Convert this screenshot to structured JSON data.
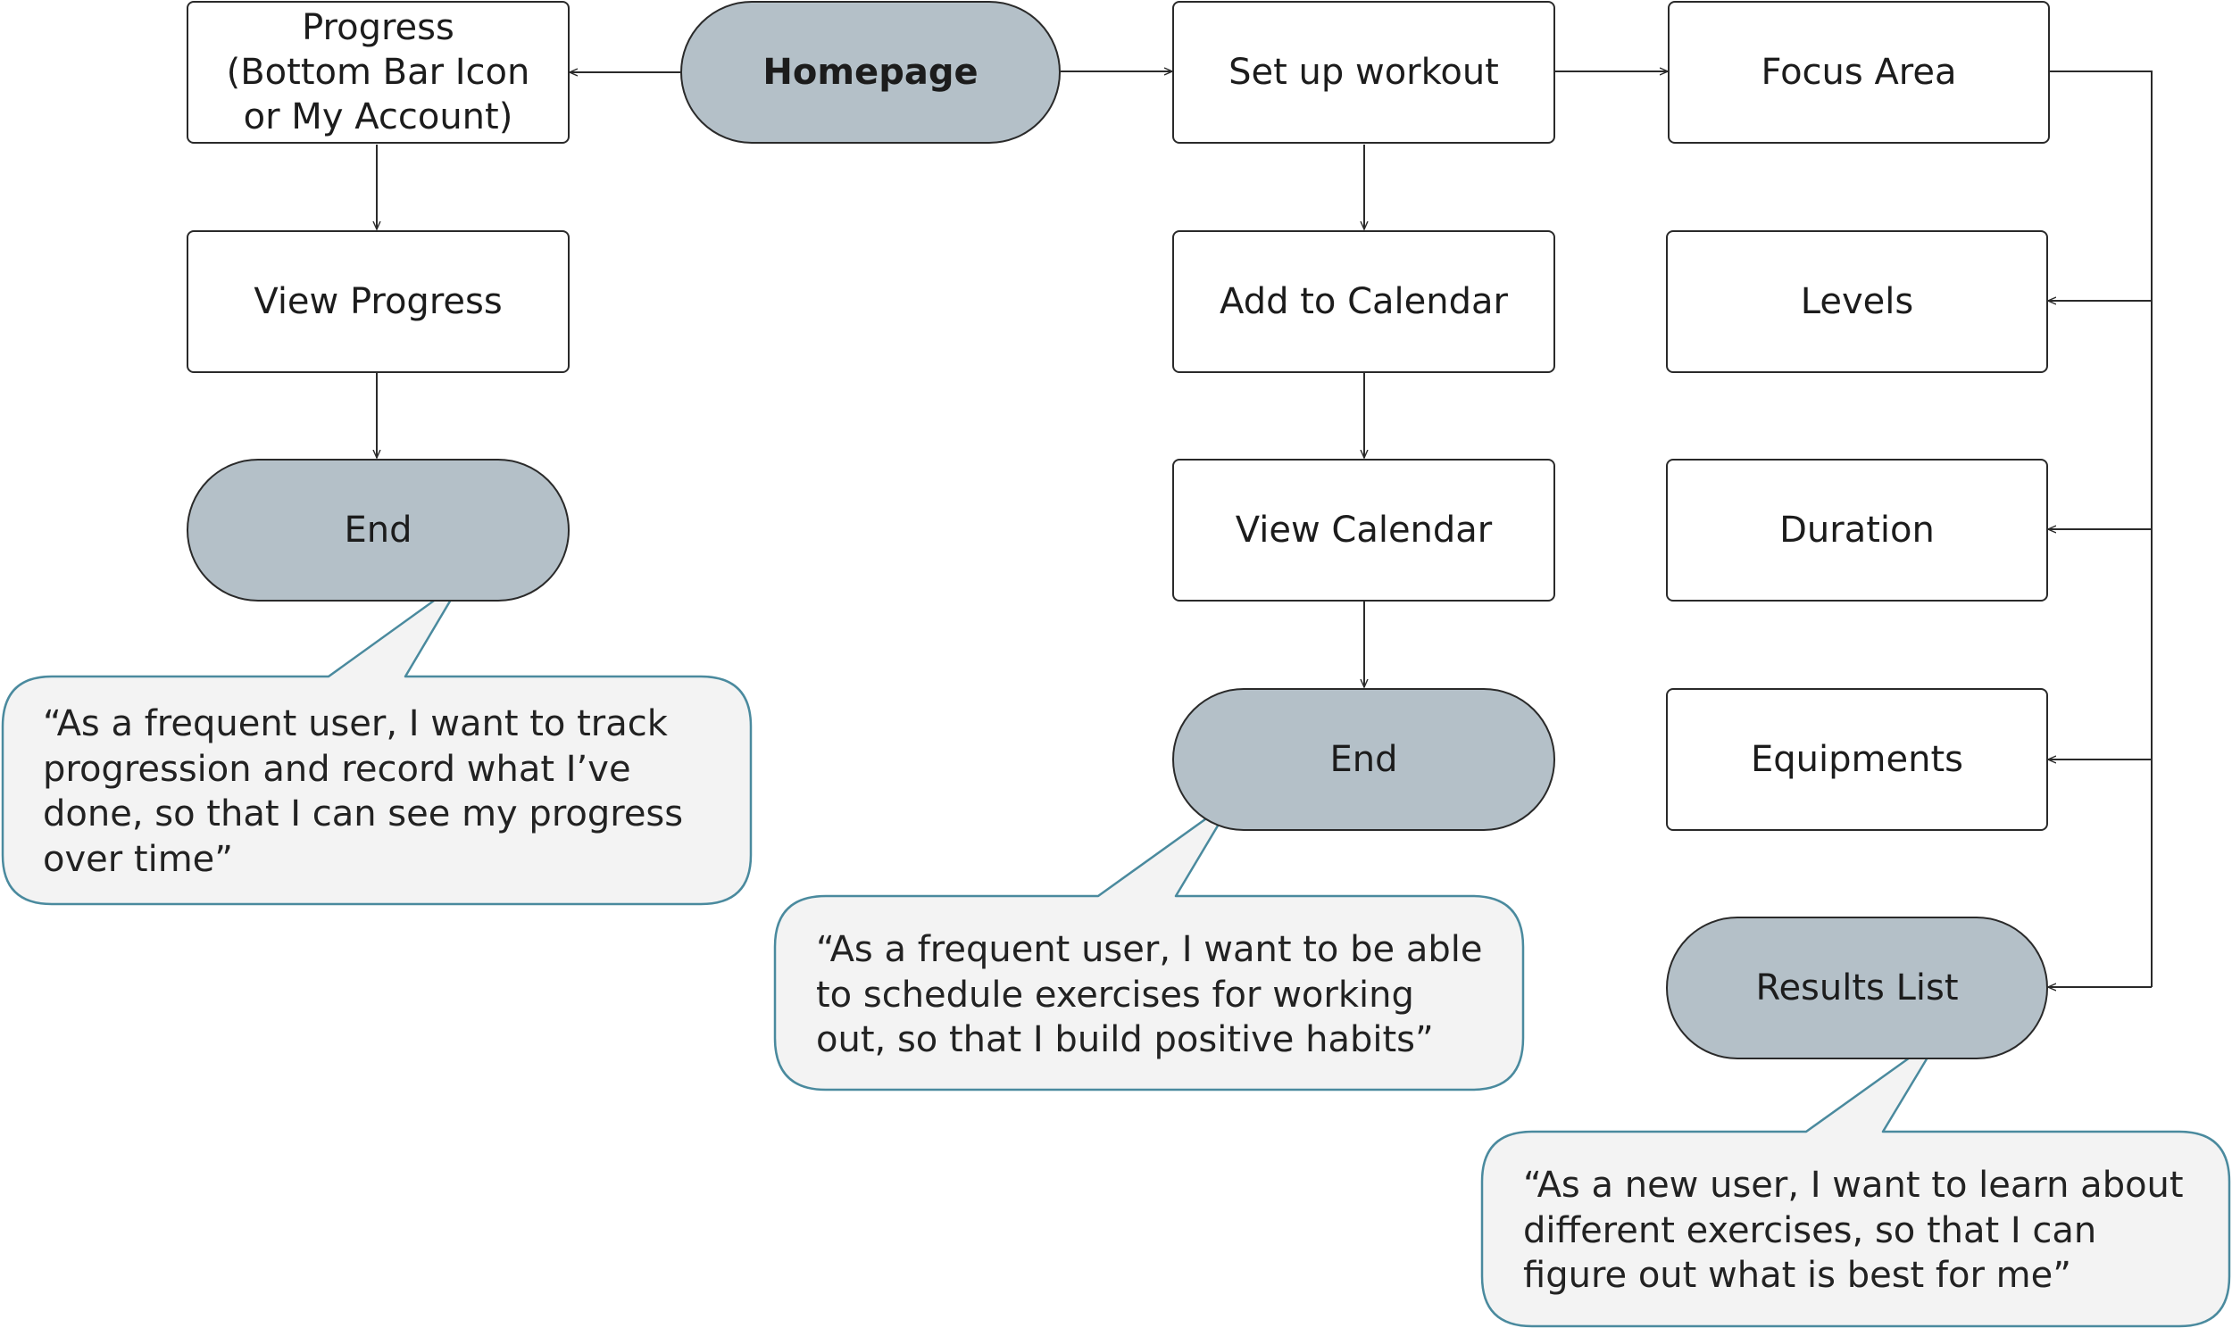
{
  "nodes": {
    "homepage": "Homepage",
    "progress": "Progress\n(Bottom Bar Icon\nor My Account)",
    "view_progress": "View Progress",
    "end_progress": "End",
    "setup_workout": "Set up workout",
    "add_calendar": "Add to Calendar",
    "view_calendar": "View Calendar",
    "end_calendar": "End",
    "focus_area": "Focus Area",
    "levels": "Levels",
    "duration": "Duration",
    "equipments": "Equipments",
    "results_list": "Results List"
  },
  "callouts": {
    "progress_story": "“As a frequent user, I want to track\nprogression and record what I’ve\ndone, so that I can see my progress\nover time”",
    "calendar_story": "“As a frequent user, I want to be able\nto schedule exercises for working\nout, so that I build positive habits”",
    "results_story": "“As a new user, I want to learn about\ndifferent exercises, so that I can\nfigure out what is best for me”"
  },
  "colors": {
    "terminal_fill": "#b4c0c8",
    "callout_fill": "#f3f3f3",
    "callout_stroke": "#4a8a9e",
    "line": "#2a2a2a"
  }
}
